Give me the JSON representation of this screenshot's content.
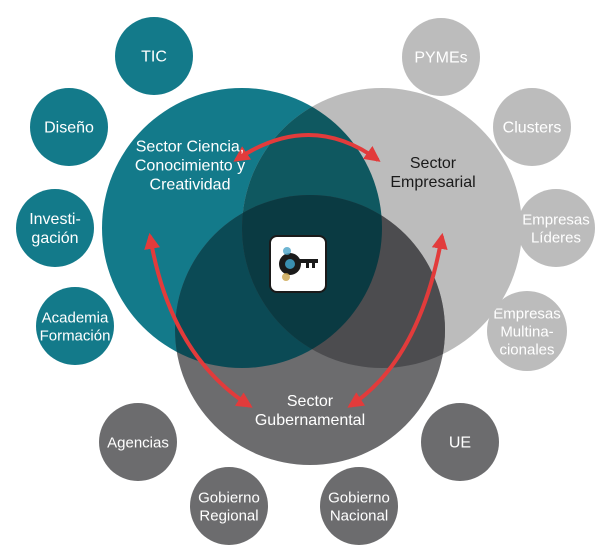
{
  "colors": {
    "teal": "#137a8a",
    "light_gray": "#bcbcbc",
    "dark_gray": "#6c6c6e",
    "overlap_teal_light": "#0f5860",
    "overlap_teal_dark": "#0b4a55",
    "overlap_light_dark": "#4c4c4f",
    "center_all": "#0a3a42",
    "arrow": "#e23b3b"
  },
  "main_circles": {
    "science": {
      "lines": [
        "Sector Ciencia,",
        "Conocimiento y",
        "Creatividad"
      ],
      "color": "teal"
    },
    "business": {
      "lines": [
        "Sector",
        "Empresarial"
      ],
      "color": "light_gray"
    },
    "government": {
      "lines": [
        "Sector",
        "Gubernamental"
      ],
      "color": "dark_gray"
    }
  },
  "satellites": {
    "tic": {
      "lines": [
        "TIC"
      ]
    },
    "diseno": {
      "lines": [
        "Diseño"
      ]
    },
    "investigacion": {
      "lines": [
        "Investi-",
        "gación"
      ]
    },
    "academia": {
      "lines": [
        "Academia",
        "Formación"
      ]
    },
    "pymes": {
      "lines": [
        "PYMEs"
      ]
    },
    "clusters": {
      "lines": [
        "Clusters"
      ]
    },
    "empresas_lideres": {
      "lines": [
        "Empresas",
        "Líderes"
      ]
    },
    "empresas_multinacionales": {
      "lines": [
        "Empresas",
        "Multina-",
        "cionales"
      ]
    },
    "agencias": {
      "lines": [
        "Agencias"
      ]
    },
    "ue": {
      "lines": [
        "UE"
      ]
    },
    "gobierno_regional": {
      "lines": [
        "Gobierno",
        "Regional"
      ]
    },
    "gobierno_nacional": {
      "lines": [
        "Gobierno",
        "Nacional"
      ]
    }
  },
  "center_icon": {
    "icon": "key-icon"
  }
}
